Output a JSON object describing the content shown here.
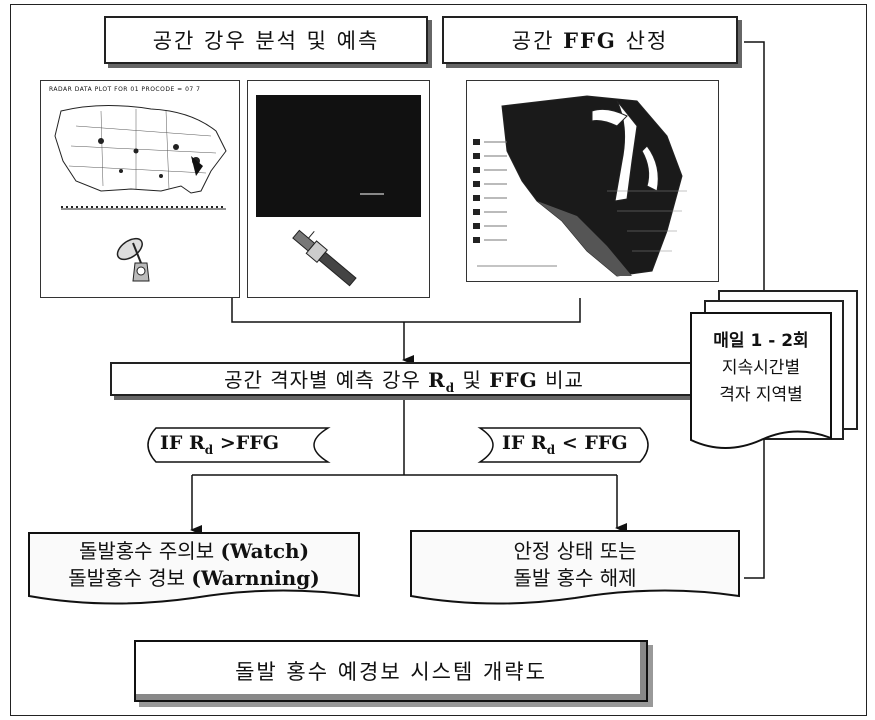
{
  "top_left_box": {
    "label": "공간 강우 분석 및 예측"
  },
  "top_right_box": {
    "label_prefix": "공간",
    "label_ffg": "FFG",
    "label_suffix": "산정"
  },
  "radar_image": {
    "header_text": "RADAR DATA PLOT FOR 01 PROCODE = 07 7"
  },
  "compare_box": {
    "label_prefix": "공간 격자별 예측 강우",
    "label_r": "R",
    "label_sub": "d",
    "label_mid": "및",
    "label_ffg": "FFG",
    "label_suffix": "비교"
  },
  "condition_left": {
    "prefix": "IF R",
    "sub": "d",
    "suffix": ">FFG"
  },
  "condition_right": {
    "prefix": "IF R",
    "sub": "d",
    "suffix": "< FFG"
  },
  "note_stack": {
    "line1": "매일 1 - 2회",
    "line2": "지속시간별",
    "line3": "격자 지역별"
  },
  "output_left": {
    "line1_prefix": "돌발홍수 주의보",
    "line1_en": "(Watch)",
    "line2_prefix": "돌발홍수 경보",
    "line2_en": "(Warnning)"
  },
  "output_right": {
    "line1": "안정 상태  또는",
    "line2": "돌발 홍수  해제"
  },
  "bottom_title": {
    "label": "돌발 홍수 예경보 시스템 개략도"
  }
}
